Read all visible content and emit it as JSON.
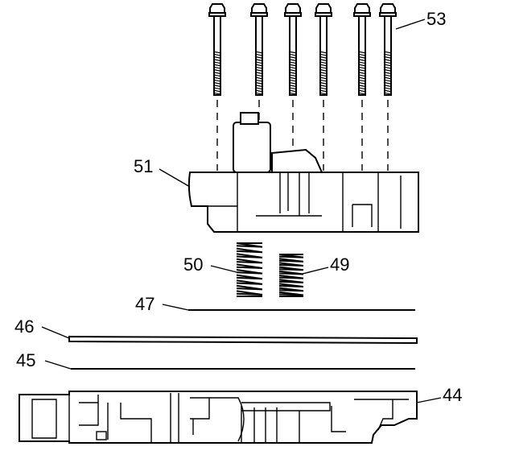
{
  "diagram": {
    "callouts": {
      "c53": "53",
      "c51": "51",
      "c50": "50",
      "c49": "49",
      "c47": "47",
      "c46": "46",
      "c45": "45",
      "c44": "44"
    },
    "bolt_count": 6
  }
}
